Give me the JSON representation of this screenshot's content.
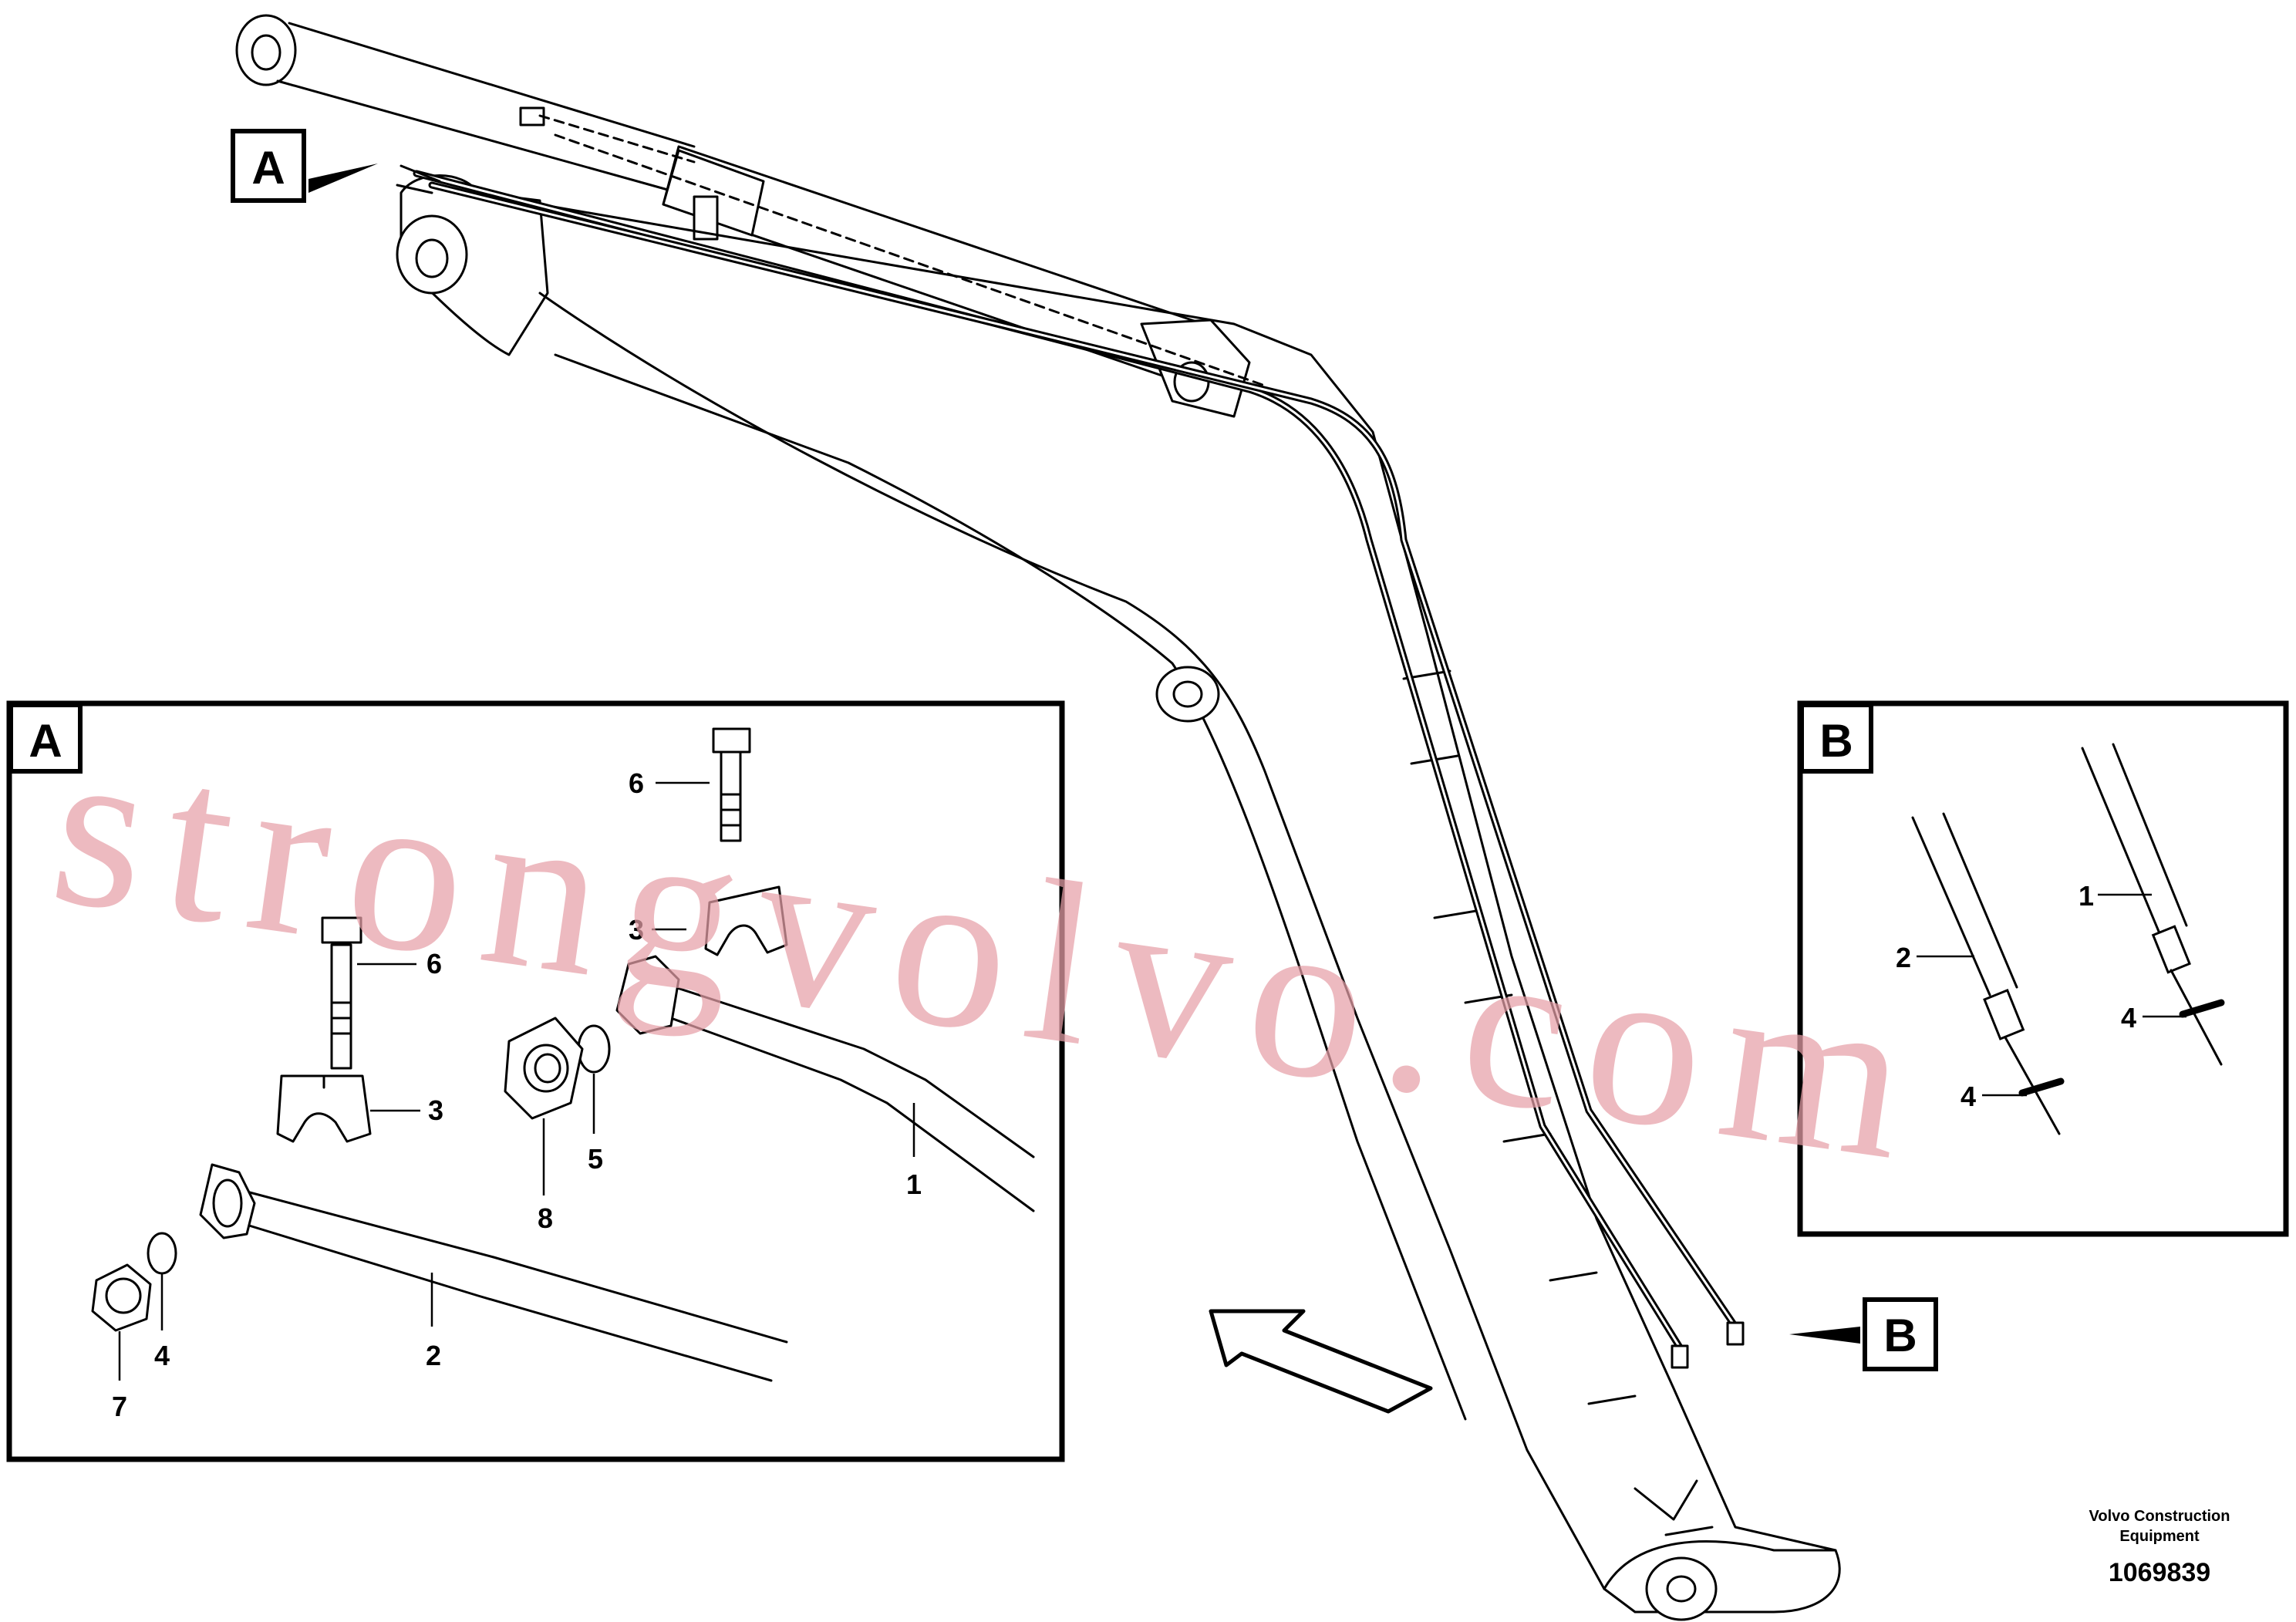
{
  "callouts": {
    "main_A": "A",
    "main_B": "B",
    "inset_A_tag": "A",
    "inset_B_tag": "B"
  },
  "inset_a_labels": {
    "l1": "1",
    "l2": "2",
    "l3a": "3",
    "l3b": "3",
    "l4": "4",
    "l5": "5",
    "l6a": "6",
    "l6b": "6",
    "l7": "7",
    "l8": "8"
  },
  "inset_b_labels": {
    "l1": "1",
    "l2": "2",
    "l4a": "4",
    "l4b": "4"
  },
  "watermark": "strongvolvo.com",
  "credit": {
    "company_line1": "Volvo Construction",
    "company_line2": "Equipment",
    "doc_number": "1069839"
  }
}
